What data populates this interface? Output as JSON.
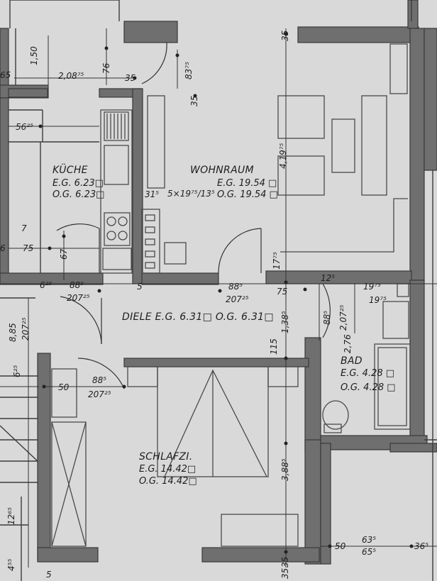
{
  "rooms": {
    "kueche": {
      "name": "KÜCHE",
      "eg": "E.G. 6.23□",
      "og": "O.G. 6.23□"
    },
    "wohnraum": {
      "name": "WOHNRAUM",
      "eg": "E.G. 19.54 □",
      "og": "O.G. 19.54 □"
    },
    "diele": {
      "name": "DIELE E.G. 6.31□ O.G. 6.31□"
    },
    "bad": {
      "name": "BAD",
      "eg": "E.G. 4.28 □",
      "og": "O.G. 4.28 □"
    },
    "schlafzi": {
      "name": "SCHLAFZI.",
      "eg": "E.G. 14.42□",
      "og": "O.G. 14.42□"
    }
  },
  "dimensions": {
    "d_150": "1,50",
    "d_65a": "65",
    "d_2085": "2,08⁷⁵",
    "d_76": "76",
    "d_35a": "35",
    "d_8375": "83⁷⁵",
    "d_35b": "35",
    "d_35c": "35",
    "d_5625": "56²⁵",
    "d_4195": "4,19⁷⁵",
    "d_stair": "5×19⁷⁵/13⁵",
    "d_315": "31⁵",
    "d_7": "7",
    "d_75a": "75",
    "d_6a": "6",
    "d_67": "67",
    "d_625a": "6²⁵",
    "d_885a": "88⁵",
    "d_20725a": "207²⁵",
    "d_5": "5",
    "d_885b": "88⁵",
    "d_20725b": "207²⁵",
    "d_75b": "75",
    "d_1775": "17⁷⁵",
    "d_125": "12⁵",
    "d_1975a": "19⁷⁵",
    "d_1975b": "19⁷⁵",
    "d_1385": "1,38⁵",
    "d_885c": "88⁵",
    "d_20725c": "2,07²⁵",
    "d_276": "2,76",
    "d_115": "115",
    "d_885d": "8,85",
    "d_20725d": "207²⁵",
    "d_625b": "6²⁵",
    "d_50a": "50",
    "d_885e": "88⁵",
    "d_20725e": "207²⁵",
    "d_3885": "3,88⁵",
    "d_1265": "12⁶⁵",
    "d_35d": "35",
    "d_50b": "50",
    "d_635": "63⁵",
    "d_655": "65⁵",
    "d_365": "36⁵",
    "d_455": "4⁵⁵",
    "d_5b": "5",
    "d_35e": "35"
  }
}
